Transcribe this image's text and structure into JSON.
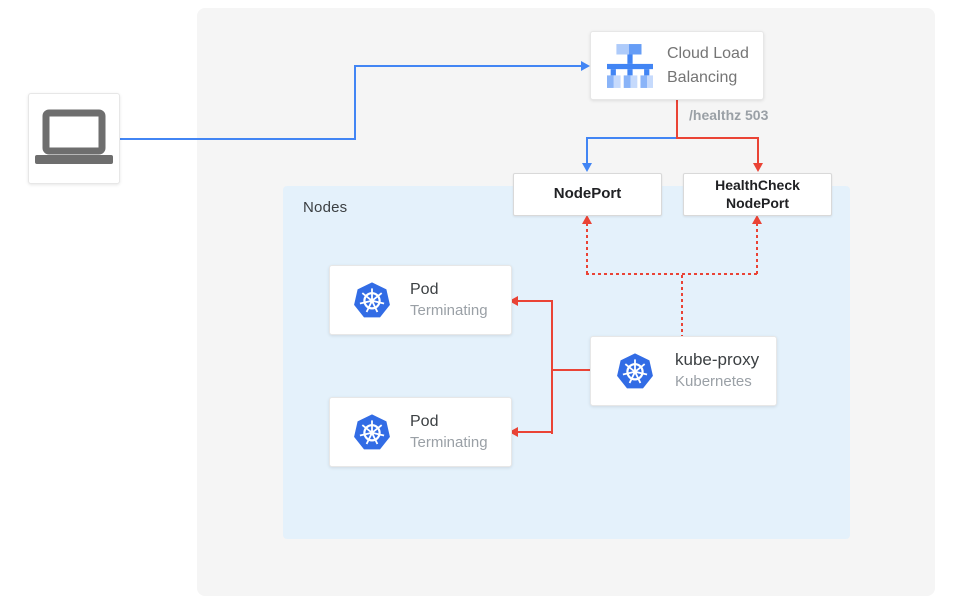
{
  "client": {
    "icon": "laptop-icon"
  },
  "cloud_load_balancing": {
    "label": "Cloud Load Balancing",
    "icon": "cloud-load-balancing-icon"
  },
  "healthz_label": "/healthz 503",
  "nodes_panel": {
    "label": "Nodes"
  },
  "nodeport": {
    "label": "NodePort"
  },
  "healthcheck_nodeport": {
    "label": "HealthCheck NodePort"
  },
  "pods": [
    {
      "title": "Pod",
      "status": "Terminating",
      "icon": "kubernetes-icon"
    },
    {
      "title": "Pod",
      "status": "Terminating",
      "icon": "kubernetes-icon"
    }
  ],
  "kube_proxy": {
    "title": "kube-proxy",
    "subtitle": "Kubernetes",
    "icon": "kubernetes-icon"
  },
  "colors": {
    "traffic_blue": "#4285f4",
    "healthcheck_red": "#ea4335",
    "kubernetes_blue": "#326ce5",
    "canvas_gray": "#f5f5f5",
    "nodes_fill": "#e4f1fb"
  }
}
